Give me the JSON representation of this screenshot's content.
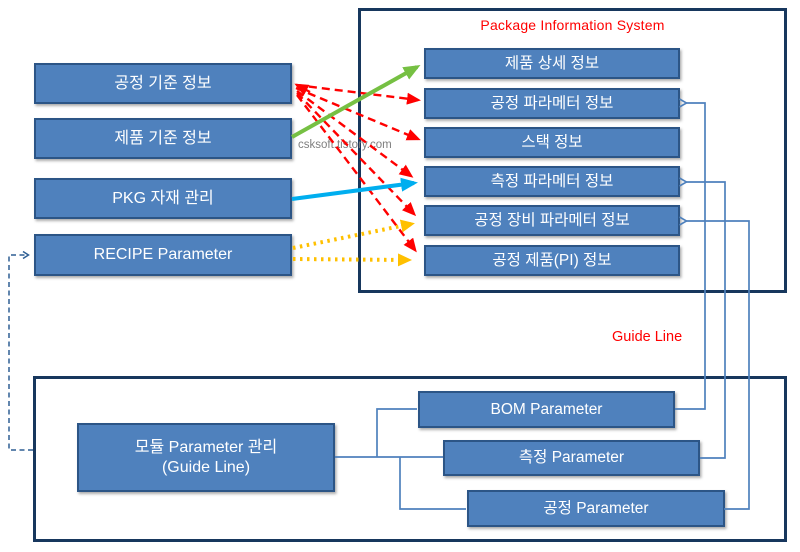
{
  "watermark": "csksoft.tistory.com",
  "pis": {
    "title": "Package Information System",
    "boxes": [
      {
        "label": "제품 상세 정보"
      },
      {
        "label": "공정 파라메터 정보"
      },
      {
        "label": "스택 정보"
      },
      {
        "label": "측정 파라메터 정보"
      },
      {
        "label": "공정 장비 파라메터 정보"
      },
      {
        "label": "공정 제품(PI) 정보"
      }
    ]
  },
  "sources": {
    "boxes": [
      {
        "label": "공정 기준 정보"
      },
      {
        "label": "제품 기준 정보"
      },
      {
        "label": "PKG 자재 관리"
      },
      {
        "label": "RECIPE Parameter"
      }
    ]
  },
  "guide_line_label": "Guide Line",
  "module_group": {
    "main_box": {
      "line1": "모듈 Parameter 관리",
      "line2": "(Guide Line)"
    },
    "boxes": [
      {
        "label": "BOM Parameter"
      },
      {
        "label": "측정 Parameter"
      },
      {
        "label": "공정 Parameter"
      }
    ]
  },
  "colors": {
    "box_fill": "#4F81BD",
    "box_border": "#2C5586",
    "container_border": "#17375D",
    "connector_blue": "#4F81BD",
    "dashed_navy": "#2E5F94",
    "arrow_red": "#FF0000",
    "arrow_green": "#76C043",
    "arrow_blue": "#00AEEF",
    "arrow_yellow": "#FFC000",
    "title_red": "#FF0000",
    "watermark_gray": "#7F7F7F"
  }
}
